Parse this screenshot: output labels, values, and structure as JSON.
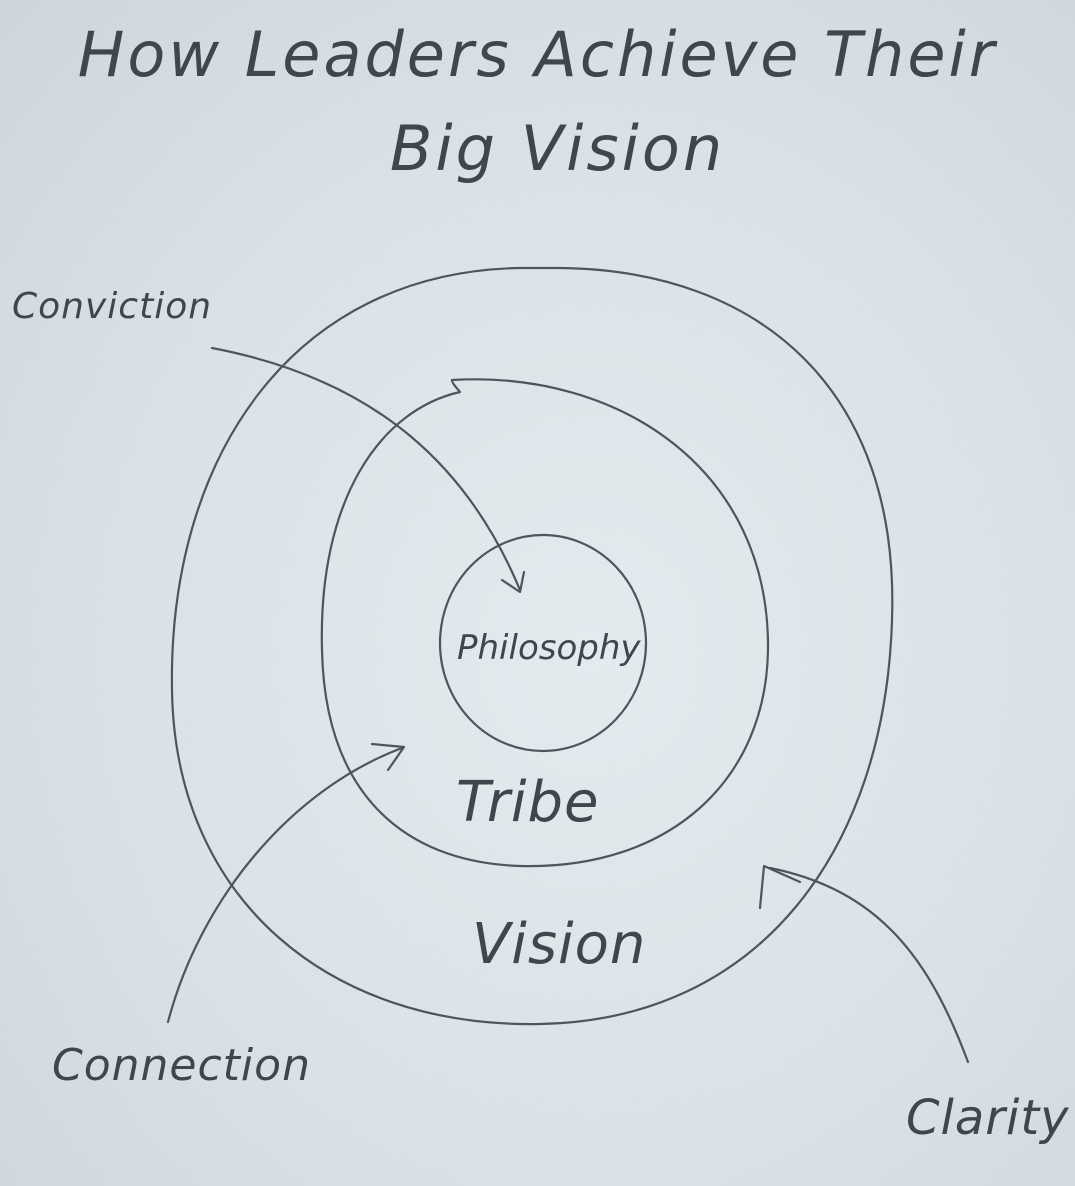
{
  "title": {
    "line1": "How Leaders Achieve Their",
    "line2": "Big Vision"
  },
  "rings": {
    "inner": "Philosophy",
    "middle": "Tribe",
    "outer": "Vision"
  },
  "arrows": {
    "top_left": "Conviction",
    "bottom_left": "Connection",
    "bottom_right": "Clarity"
  },
  "colors": {
    "paper": "#dde5ea",
    "ink": "#4d555d"
  }
}
